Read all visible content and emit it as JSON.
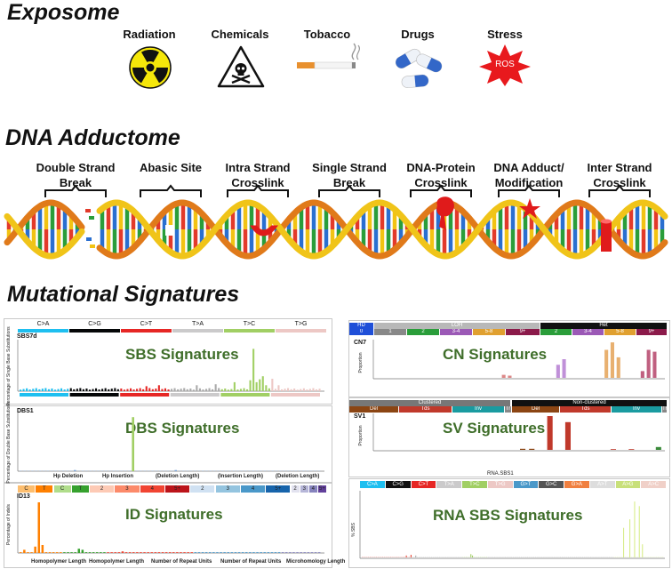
{
  "exposome": {
    "title": "Exposome",
    "items": [
      {
        "label": "Radiation",
        "icon": "radiation-icon"
      },
      {
        "label": "Chemicals",
        "icon": "toxic-chemical-icon"
      },
      {
        "label": "Tobacco",
        "icon": "cigarette-icon"
      },
      {
        "label": "Drugs",
        "icon": "pills-icon"
      },
      {
        "label": "Stress",
        "icon": "ros-star-icon",
        "badge": "ROS"
      }
    ]
  },
  "adductome": {
    "title": "DNA Adductome",
    "labels": [
      [
        "Double Strand",
        "Break"
      ],
      [
        "Abasic Site"
      ],
      [
        "Intra Strand",
        "Crosslink"
      ],
      [
        "Single Strand",
        "Break"
      ],
      [
        "DNA-Protein",
        "Crosslink"
      ],
      [
        "DNA Adduct/",
        "Modification"
      ],
      [
        "Inter Strand",
        "Crosslink"
      ]
    ]
  },
  "mutational": {
    "title": "Mutational Signatures",
    "sbs": {
      "headers": [
        "C>A",
        "C>G",
        "C>T",
        "T>A",
        "T>C",
        "T>G"
      ],
      "header_colors": [
        "#1ebff0",
        "#050708",
        "#e62725",
        "#cbcacb",
        "#a1cf64",
        "#edc8c5"
      ],
      "name": "SBS7d",
      "label": "SBS Signatures",
      "ylabel": "Percentage of Single Base Substitutions"
    },
    "dbs": {
      "name": "DBS1",
      "label": "DBS Signatures",
      "ylabel": "Percentage of Double Base Substitutions",
      "footer": [
        "Hp Deletion",
        "Hp Insertion",
        "(Deletion Length)",
        "(Insertion Length)",
        "(Deletion Length)"
      ]
    },
    "id": {
      "cats": [
        "C",
        "T",
        "C",
        "T",
        "2",
        "3",
        "4",
        "5+",
        "2",
        "3",
        "4",
        "5+",
        "2",
        "3",
        "4",
        "5+"
      ],
      "cat_colors": [
        "#fdbe6f",
        "#ff8001",
        "#b0dd8b",
        "#36a12e",
        "#fdcab5",
        "#fc8a6a",
        "#f14432",
        "#bc141a",
        "#d0e1f2",
        "#94c4df",
        "#4a98c9",
        "#1764ab",
        "#e2e2ef",
        "#b6b6d8",
        "#8683bd",
        "#62409b"
      ],
      "name": "ID13",
      "label": "ID Signatures",
      "ylabel": "Percentage of Indels",
      "footer": [
        "Homopolymer Length",
        "Homopolymer Length",
        "Number of Repeat Units",
        "Number of Repeat Units",
        "Microhomology Length"
      ]
    },
    "cn": {
      "headers": [
        "HD",
        "LOH",
        "Het"
      ],
      "subheaders": [
        "0",
        "1",
        "2",
        "3-4",
        "5-8",
        "9+",
        "2",
        "3-4",
        "5-8",
        "9+"
      ],
      "name": "CN7",
      "label": "CN Signatures",
      "ylabel": "Proportion"
    },
    "sv": {
      "headers": [
        "Clustered",
        "Non-clustered"
      ],
      "subheaders": [
        "Del",
        "Tds",
        "Inv",
        "Tr",
        "Del",
        "Tds",
        "Inv",
        "Tr"
      ],
      "name": "SV1",
      "label": "SV Signatures",
      "ylabel": "Proportion"
    },
    "rna": {
      "title": "RNA.SBS1",
      "headers": [
        "C>A",
        "C>G",
        "C>T",
        "T>A",
        "T>C",
        "T>G",
        "G>T",
        "G>C",
        "G>A",
        "A>T",
        "A>G",
        "A>C"
      ],
      "header_colors": [
        "#1ebff0",
        "#111111",
        "#e62725",
        "#cbcacb",
        "#a1cf64",
        "#edc8c5",
        "#4a98c9",
        "#555555",
        "#f08040",
        "#dddddd",
        "#c8e07a",
        "#f0d0c8"
      ],
      "label": "RNA SBS Signatures",
      "ylabel": "% SBS"
    }
  }
}
